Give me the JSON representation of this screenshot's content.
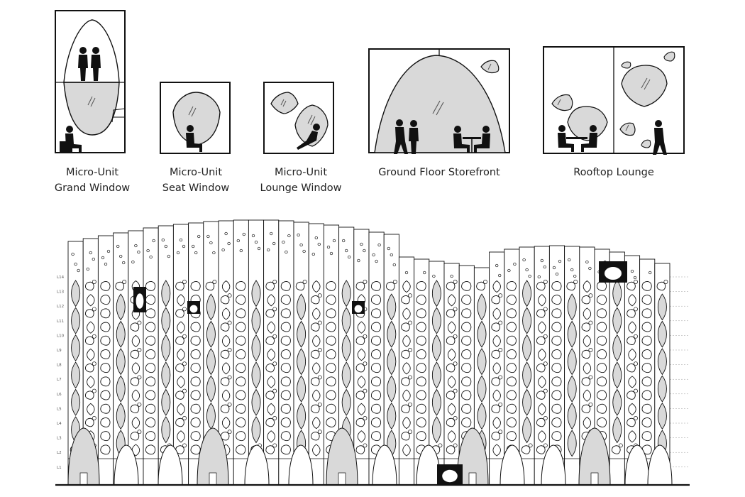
{
  "colors": {
    "ink": "#111111",
    "fill": "#d9d9d9",
    "paper": "#ffffff",
    "guide": "#9a9a9a"
  },
  "window_types": [
    {
      "id": "grand",
      "caption_lines": [
        "Micro-Unit",
        "Grand Window"
      ]
    },
    {
      "id": "seat",
      "caption_lines": [
        "Micro-Unit",
        "Seat Window"
      ]
    },
    {
      "id": "lounge",
      "caption_lines": [
        "Micro-Unit",
        "Lounge Window"
      ]
    },
    {
      "id": "storefront",
      "caption_lines": [
        "Ground Floor Storefront"
      ]
    },
    {
      "id": "rooftop",
      "caption_lines": [
        "Rooftop Lounge"
      ]
    }
  ],
  "elevation": {
    "levels": [
      "L14",
      "L13",
      "L12",
      "L11",
      "L10",
      "L9",
      "L8",
      "L7",
      "L6",
      "L5",
      "L4",
      "L3",
      "L2",
      "L1"
    ]
  }
}
